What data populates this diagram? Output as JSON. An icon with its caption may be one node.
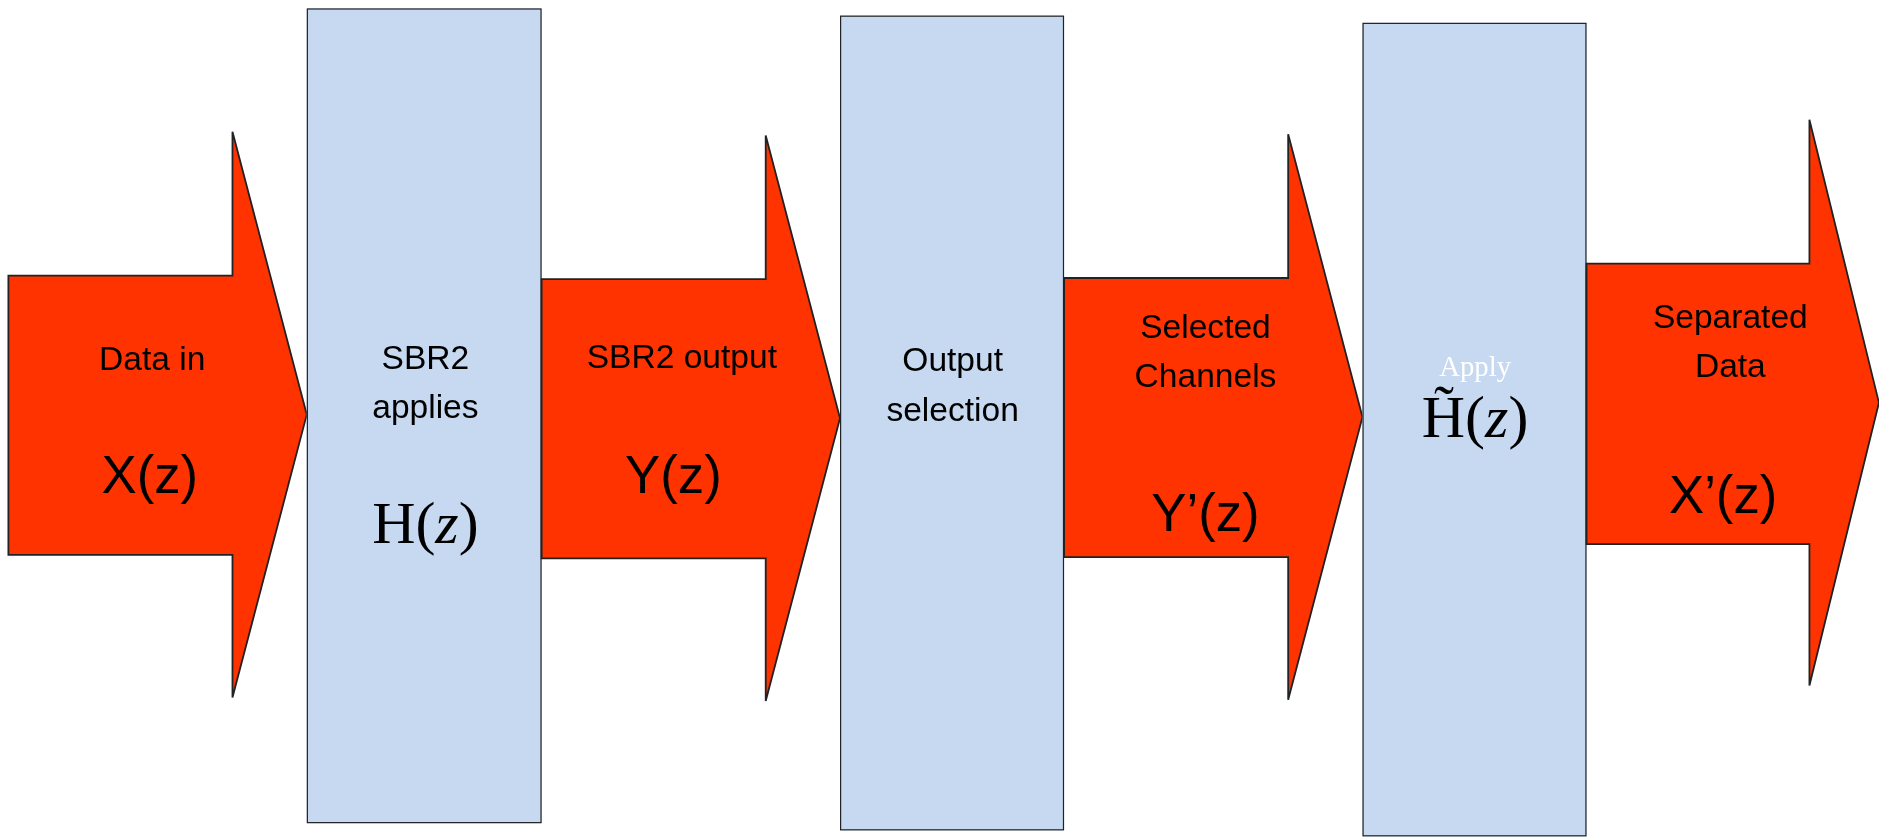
{
  "diagram": {
    "nodes": [
      {
        "text": [
          "Data in",
          "X(z)"
        ]
      },
      {
        "text": [
          "SBR2 applies",
          "H(*z*)"
        ]
      },
      {
        "text": [
          "SBR2 output",
          "Y(z)"
        ]
      },
      {
        "text": [
          "Output selection"
        ]
      },
      {
        "text": [
          "Selected Channels",
          "Y’(z)"
        ]
      },
      {
        "text": [
          "Apply",
          "H̃(*z*)"
        ]
      },
      {
        "text": [
          "Separated Data",
          "X’(z)"
        ]
      }
    ],
    "edges": [
      {
        "from": null,
        "to": 1,
        "arrow": "to"
      },
      {
        "from": 1,
        "to": 3,
        "arrow": "to"
      },
      {
        "from": 3,
        "to": 5,
        "arrow": "to"
      },
      {
        "from": 5,
        "to": null,
        "arrow": "to"
      }
    ]
  }
}
